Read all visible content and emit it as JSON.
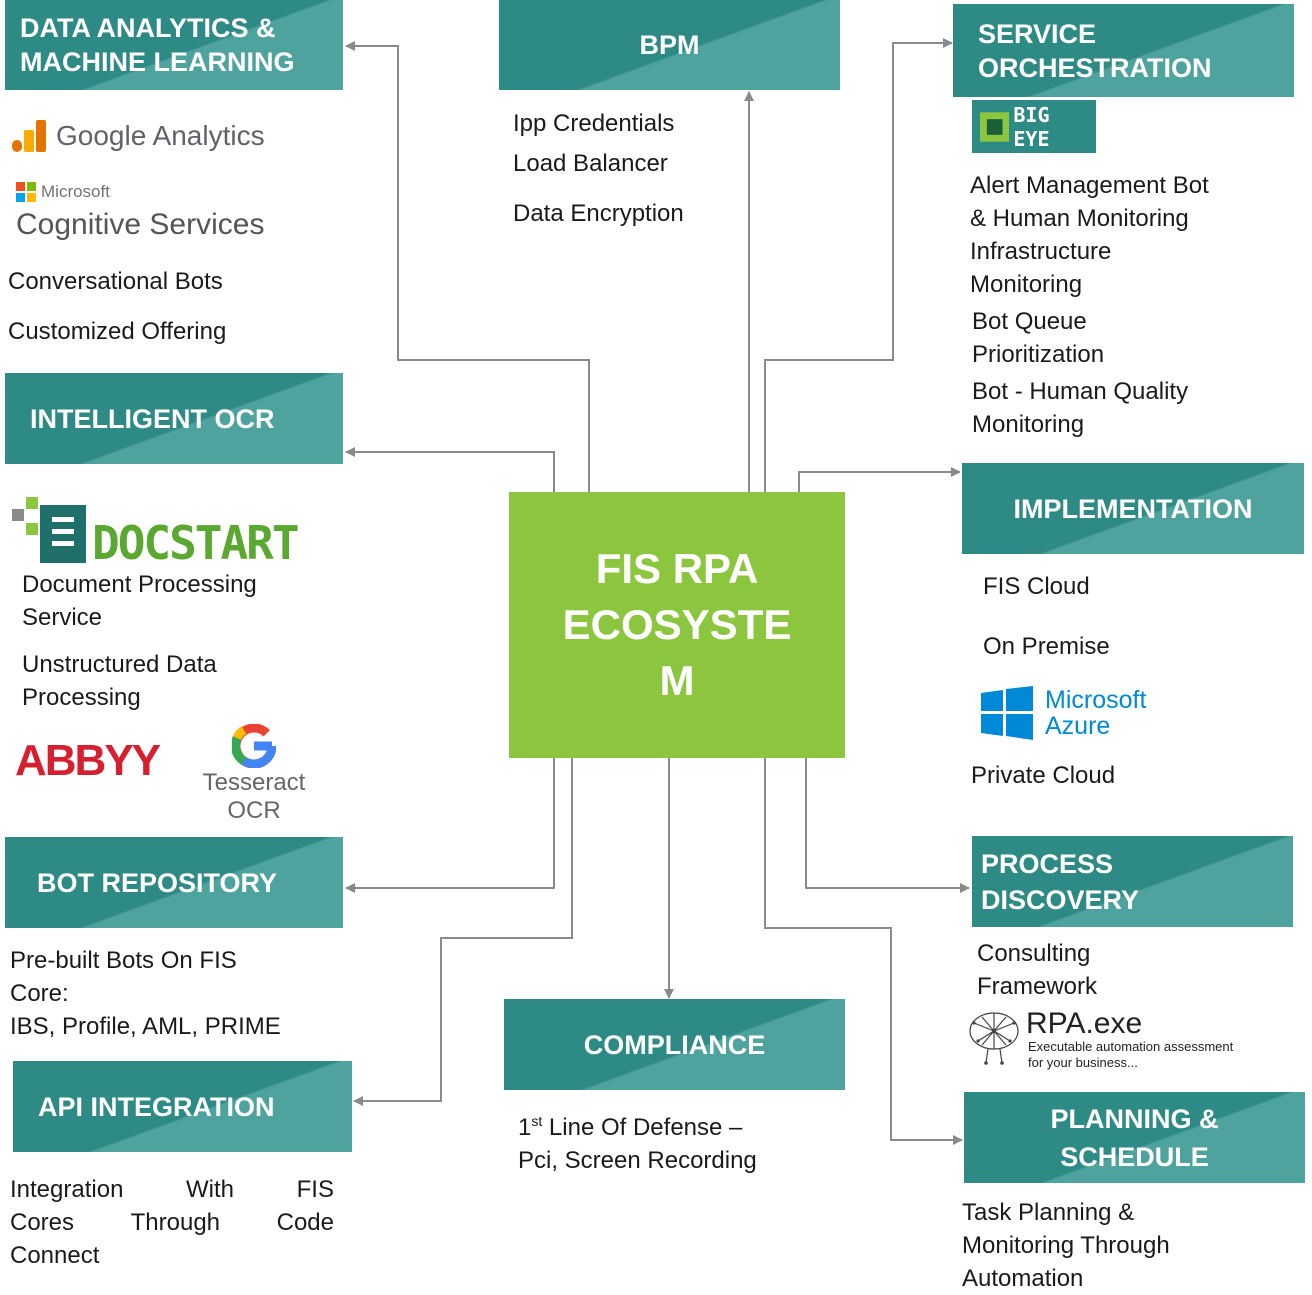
{
  "center": {
    "lines": [
      "FIS RPA",
      "ECOSYSTE",
      "M"
    ]
  },
  "boxes": {
    "data_analytics": [
      "DATA ANALYTICS &",
      "MACHINE LEARNING"
    ],
    "bpm": "BPM",
    "service_orchestration": [
      "SERVICE",
      "ORCHESTRATION"
    ],
    "intelligent_ocr": "INTELLIGENT OCR",
    "implementation": "IMPLEMENTATION",
    "bot_repository": "BOT REPOSITORY",
    "process_discovery": [
      "PROCESS",
      "DISCOVERY"
    ],
    "compliance": "COMPLIANCE",
    "api_integration": "API INTEGRATION",
    "planning_schedule": [
      "PLANNING &",
      "SCHEDULE"
    ]
  },
  "texts": {
    "data_analytics": [
      "Conversational Bots",
      "Customized Offering"
    ],
    "bpm": [
      "Ipp  Credentials",
      "Load Balancer",
      "Data Encryption"
    ],
    "service_orchestration": [
      "Alert Management  Bot",
      "& Human  Monitoring",
      "Infrastructure",
      "Monitoring",
      "Bot Queue",
      "Prioritization",
      "Bot - Human Quality",
      "Monitoring"
    ],
    "intelligent_ocr": [
      "Document Processing",
      "Service",
      "Unstructured Data",
      "Processing"
    ],
    "implementation": [
      "FIS Cloud",
      "On Premise",
      "Private Cloud"
    ],
    "bot_repository": [
      "Pre-built Bots On FIS",
      "Core:",
      "IBS, Profile, AML, PRIME"
    ],
    "process_discovery": [
      "Consulting",
      "Framework"
    ],
    "compliance_line1_pre": "1",
    "compliance_line1_sup": "st",
    "compliance_line1_post": " Line Of Defense –",
    "compliance_line2": "Pci, Screen  Recording",
    "api_integration": [
      "Integration",
      "With",
      "FIS",
      "Cores",
      "Through",
      "Code",
      "Connect"
    ],
    "planning_schedule": [
      "Task Planning &",
      "Monitoring Through",
      "Automation"
    ]
  },
  "logos": {
    "google_analytics": "Google Analytics",
    "microsoft": "Microsoft",
    "cognitive_services": "Cognitive Services",
    "docstart": "DOCSTART",
    "abbyy": "ABBYY",
    "tesseract": "Tesseract OCR",
    "bigeye": "BIG EYE",
    "azure_ms": "Microsoft",
    "azure": "Azure",
    "rpaexe": "RPA.exe",
    "rpaexe_sub1": "Executable automation assessment",
    "rpaexe_sub2": "for your business..."
  },
  "colors": {
    "box": "#2e8a85",
    "center": "#8cc63f",
    "arrow": "#8a8a8a"
  }
}
